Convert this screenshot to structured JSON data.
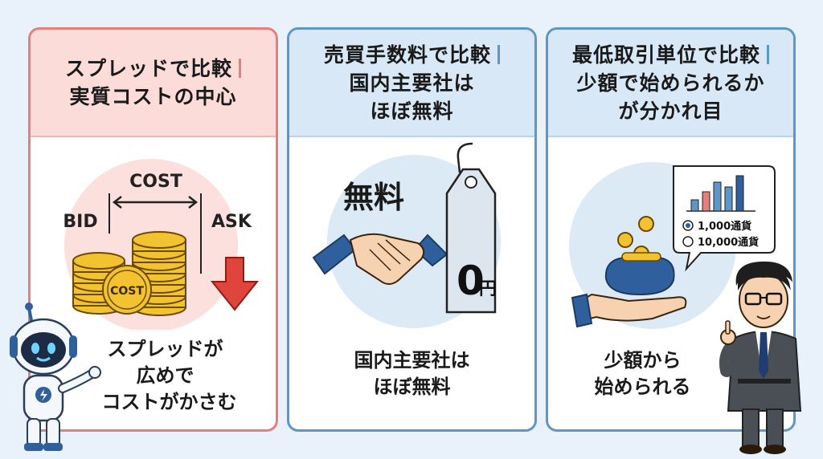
{
  "cards": [
    {
      "title_lines": [
        "スプレッドで比較",
        "実質コストの中心"
      ],
      "illustration": {
        "label_cost_top": "COST",
        "label_bid": "BID",
        "label_ask": "ASK",
        "coin_label": "COST"
      },
      "footer_lines": [
        "スプレッドが",
        "広めで",
        "コストがかさむ"
      ]
    },
    {
      "title_lines": [
        "売買手数料で比較",
        "国内主要社は",
        "ほぼ無料"
      ],
      "illustration": {
        "free_text": "無料",
        "tag_number": "0",
        "tag_unit": "円"
      },
      "footer_lines": [
        "国内主要社は",
        "ほぼ無料"
      ]
    },
    {
      "title_lines": [
        "最低取引単位で比較",
        "少額で始められるか",
        "が分かれ目"
      ],
      "illustration": {
        "options": [
          "1,000通貨",
          "10,000通貨"
        ],
        "selected_option": "1,000通貨"
      },
      "footer_lines": [
        "少額から",
        "始められる"
      ]
    }
  ],
  "colors": {
    "background": "#e9f2fa",
    "red_accent": "#e57f7c",
    "blue_accent": "#5d96c8",
    "coin_gold": "#f2c230",
    "arrow_red": "#e0453b"
  },
  "icons": [
    "robot-mascot-icon",
    "coin-stack-icon",
    "down-arrow-icon",
    "handshake-icon",
    "price-tag-icon",
    "hand-with-purse-icon",
    "bar-chart-icon",
    "businessman-mascot-icon"
  ]
}
